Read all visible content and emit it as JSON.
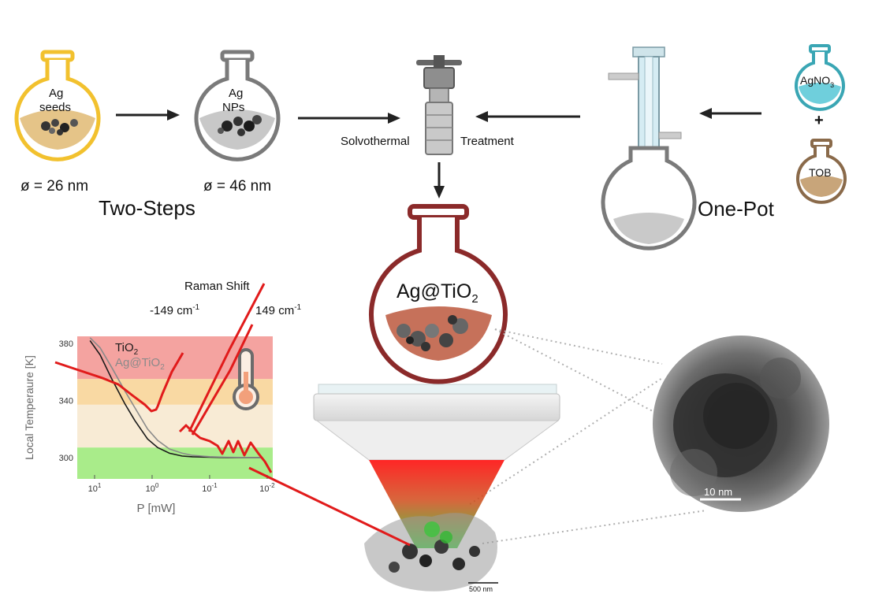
{
  "two_steps": {
    "title": "Two-Steps",
    "flask1": {
      "line1": "Ag",
      "line2": "seeds",
      "diameter": "ø = 26 nm"
    },
    "flask2": {
      "line1": "Ag",
      "line2": "NPs",
      "diameter": "ø = 46 nm"
    }
  },
  "process": {
    "label_left": "Solvothermal",
    "label_right": "Treatment"
  },
  "one_pot": {
    "title": "One-Pot",
    "reagent1": "AgNO",
    "reagent1_sub": "3",
    "plus": "+",
    "reagent2": "TOB"
  },
  "product": {
    "label": "Ag@TiO",
    "label_sub": "2"
  },
  "raman": {
    "title": "Raman Shift",
    "left_peak": "-149 cm",
    "left_peak_sup": "-1",
    "right_peak": "149 cm",
    "right_peak_sup": "-1"
  },
  "tem": {
    "scale_bar": "10 nm"
  },
  "sem": {
    "scale_bar": "500 nm"
  },
  "chart_data": {
    "type": "line",
    "ylabel": "Local Temperaure [K]",
    "xlabel": "P [mW]",
    "x_scale": "log (reversed)",
    "xlim": [
      20,
      0.008
    ],
    "ylim": [
      285,
      385
    ],
    "yticks": [
      300,
      340,
      380
    ],
    "xtick_labels": [
      {
        "base": "10",
        "exp": "1"
      },
      {
        "base": "10",
        "exp": "0"
      },
      {
        "base": "10",
        "exp": "-1"
      },
      {
        "base": "10",
        "exp": "-2"
      }
    ],
    "xtick_values": [
      10,
      1,
      0.1,
      0.01
    ],
    "bands": [
      {
        "from": 355,
        "to": 385,
        "color": "#f4a3a0"
      },
      {
        "from": 337,
        "to": 355,
        "color": "#f9d9a3"
      },
      {
        "from": 307,
        "to": 337,
        "color": "#f8ebd5"
      },
      {
        "from": 285,
        "to": 307,
        "color": "#a9ec8a"
      }
    ],
    "series": [
      {
        "name": "TiO",
        "name_sub": "2",
        "color": "#1a1a1a",
        "x": [
          12,
          8,
          5,
          3,
          2,
          1.2,
          0.8,
          0.5,
          0.3,
          0.2,
          0.1,
          0.05,
          0.02,
          0.013
        ],
        "y": [
          382,
          372,
          355,
          338,
          326,
          313,
          307,
          303,
          301,
          300.5,
          300.2,
          300,
          300,
          300
        ]
      },
      {
        "name": "Ag@TiO",
        "name_sub": "2",
        "color": "#8a8a8a",
        "x": [
          12,
          8,
          5,
          3,
          2,
          1.2,
          0.8,
          0.5,
          0.3,
          0.2,
          0.1,
          0.05,
          0.02,
          0.013
        ],
        "y": [
          384,
          377,
          363,
          347,
          335,
          320,
          312,
          306,
          303,
          301.5,
          300.6,
          300.2,
          300,
          300
        ]
      }
    ]
  },
  "colors": {
    "yellow_flask": "#f2c12e",
    "grey_flask": "#7a7a7a",
    "maroon_flask": "#8b2a2a",
    "teal_flask": "#3aa6b4",
    "brown_flask": "#8a6a4a",
    "laser_red": "#e11b1b"
  },
  "icons": [
    "round-flask-icon",
    "arrow-icon",
    "autoclave-icon",
    "condenser-icon",
    "thermometer-icon",
    "objective-lens-icon"
  ]
}
